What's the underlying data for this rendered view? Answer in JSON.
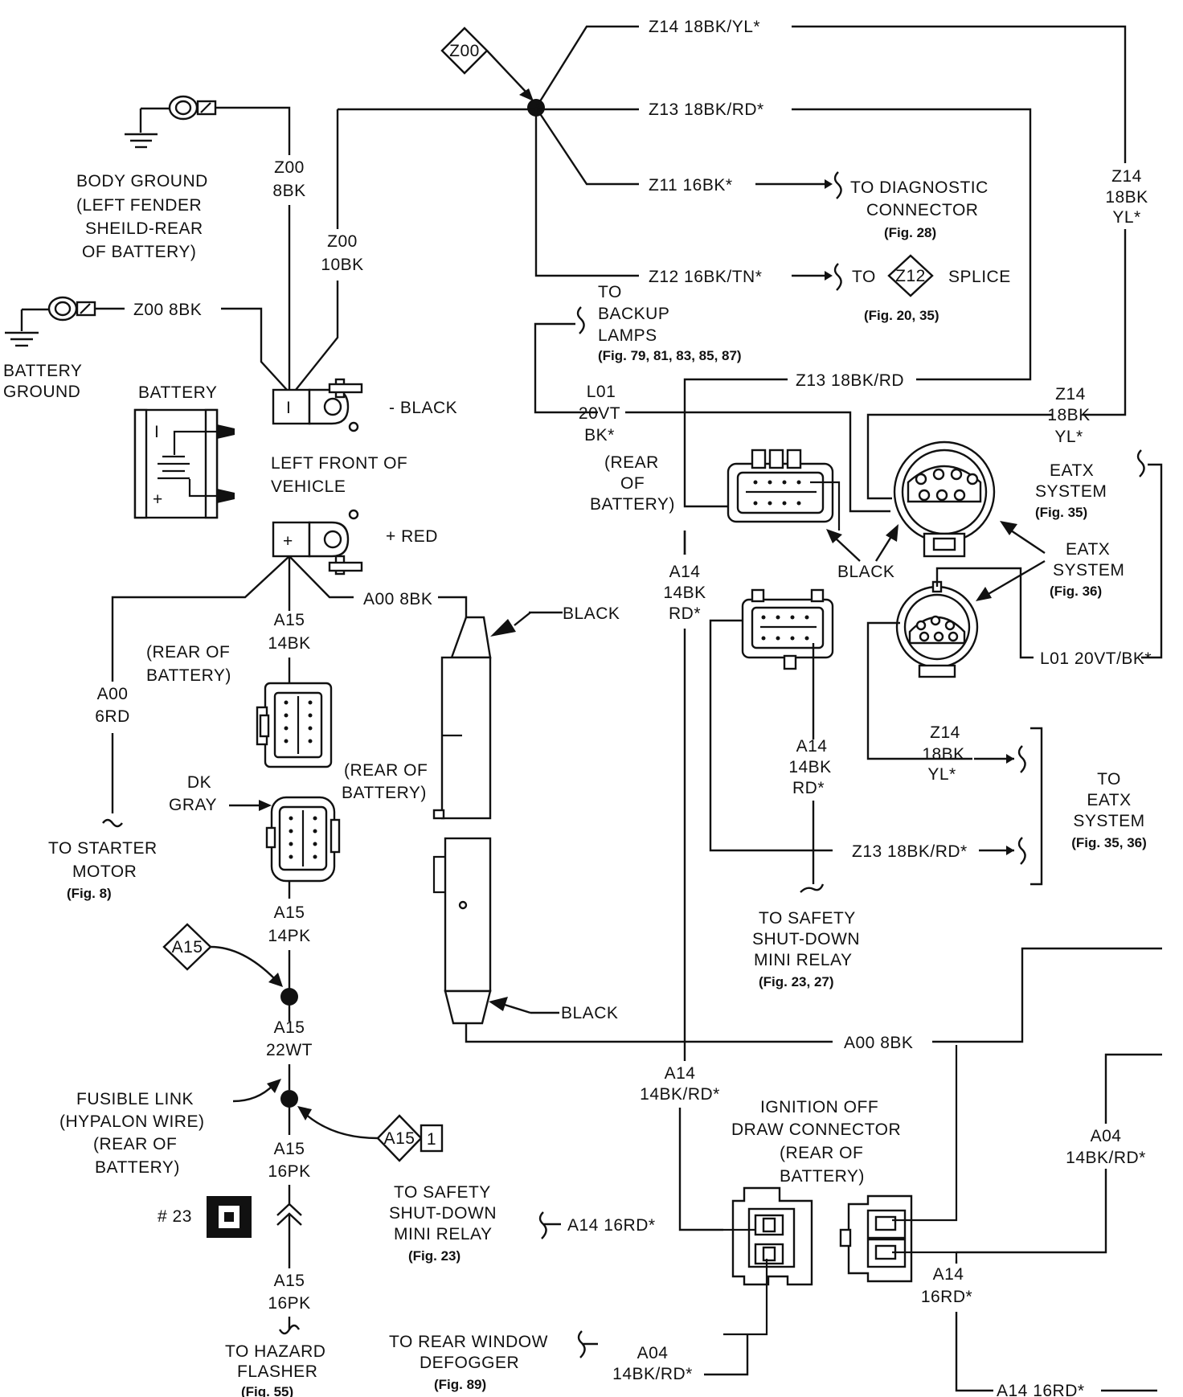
{
  "texts": {
    "z00_diamond_top": "Z00",
    "z14_top": "Z14 18BK/YL*",
    "z13_top": "Z13 18BK/RD*",
    "z11": "Z11 16BK*",
    "to_diag_1": "TO DIAGNOSTIC",
    "to_diag_2": "CONNECTOR",
    "to_diag_fig": "(Fig. 28)",
    "z12": "Z12 16BK/TN*",
    "to_splice_to": "TO",
    "z12_diamond": "Z12",
    "splice": "SPLICE",
    "splice_fig": "(Fig. 20, 35)",
    "z14_right_1": "Z14",
    "z14_right_2": "18BK",
    "z14_right_3": "YL*",
    "body_ground_1": "BODY GROUND",
    "body_ground_2": "(LEFT FENDER",
    "body_ground_3": "SHEILD-REAR",
    "body_ground_4": "OF BATTERY)",
    "z00_8bk_v1": "Z00",
    "z00_8bk_v2": "8BK",
    "z00_10bk_1": "Z00",
    "z00_10bk_2": "10BK",
    "z00_8bk_h": "Z00 8BK",
    "battery_ground_1": "BATTERY",
    "battery_ground_2": "GROUND",
    "battery": "BATTERY",
    "black_neg": "- BLACK",
    "left_front_1": "LEFT FRONT OF",
    "left_front_2": "VEHICLE",
    "red_pos": "+ RED",
    "to_backup_1": "TO",
    "to_backup_2": "BACKUP",
    "to_backup_3": "LAMPS",
    "to_backup_fig": "(Fig. 79, 81, 83, 85, 87)",
    "l01_1": "L01",
    "l01_2": "20VT",
    "l01_3": "BK*",
    "z13_mid": "Z13 18BK/RD",
    "z14_mid_1": "Z14",
    "z14_mid_2": "18BK",
    "z14_mid_3": "YL*",
    "rear_bat_a_1": "(REAR",
    "rear_bat_a_2": "OF",
    "rear_bat_a_3": "BATTERY)",
    "eatx_35_1": "EATX",
    "eatx_35_2": "SYSTEM",
    "eatx_35_fig": "(Fig. 35)",
    "black_conn": "BLACK",
    "eatx_36_1": "EATX",
    "eatx_36_2": "SYSTEM",
    "eatx_36_fig": "(Fig. 36)",
    "a14_top_1": "A14",
    "a14_top_2": "14BK",
    "a14_top_3": "RD*",
    "l01_right": "L01 20VT/BK*",
    "a00_8bk_top": "A00 8BK",
    "black_fuse_top": "BLACK",
    "a15_14bk_1": "A15",
    "a15_14bk_2": "14BK",
    "rear_bat_b_1": "(REAR OF",
    "rear_bat_b_2": "BATTERY)",
    "a00_6rd_1": "A00",
    "a00_6rd_2": "6RD",
    "dk_gray_1": "DK",
    "dk_gray_2": "GRAY",
    "rear_bat_c_1": "(REAR OF",
    "rear_bat_c_2": "BATTERY)",
    "a14_mid_1": "A14",
    "a14_mid_2": "14BK",
    "a14_mid_3": "RD*",
    "z14_low_1": "Z14",
    "z14_low_2": "18BK",
    "z14_low_3": "YL*",
    "to_eatx_1": "TO",
    "to_eatx_2": "EATX",
    "to_eatx_3": "SYSTEM",
    "to_eatx_fig": "(Fig. 35, 36)",
    "z13_low": "Z13 18BK/RD*",
    "to_starter_1": "TO STARTER",
    "to_starter_2": "MOTOR",
    "to_starter_fig": "(Fig. 8)",
    "a15_14pk_1": "A15",
    "a15_14pk_2": "14PK",
    "to_ssd_1": "TO SAFETY",
    "to_ssd_2": "SHUT-DOWN",
    "to_ssd_3": "MINI RELAY",
    "to_ssd_fig": "(Fig. 23, 27)",
    "a15_diamond": "A15",
    "black_fuse_bottom": "BLACK",
    "a15_22wt_1": "A15",
    "a15_22wt_2": "22WT",
    "a00_8bk_bottom": "A00 8BK",
    "a14_low_1": "A14",
    "a14_low_2": "14BK/RD*",
    "fusible_1": "FUSIBLE LINK",
    "fusible_2": "(HYPALON WIRE)",
    "fusible_3": "(REAR OF",
    "fusible_4": "BATTERY)",
    "a15_diamond_1": "A15",
    "a15_box_1": "1",
    "ign_1": "IGNITION OFF",
    "ign_2": "DRAW CONNECTOR",
    "ign_3": "(REAR OF",
    "ign_4": "BATTERY)",
    "a04_right_1": "A04",
    "a04_right_2": "14BK/RD*",
    "a15_16pk_a_1": "A15",
    "a15_16pk_a_2": "16PK",
    "to_ssd2_1": "TO SAFETY",
    "to_ssd2_2": "SHUT-DOWN",
    "to_ssd2_3": "MINI RELAY",
    "to_ssd2_fig": "(Fig. 23)",
    "a14_16rd_left": "A14 16RD*",
    "num23": "# 23",
    "a15_16pk_b_1": "A15",
    "a15_16pk_b_2": "16PK",
    "a14_16rd_v_1": "A14",
    "a14_16rd_v_2": "16RD*",
    "to_hazard_1": "TO HAZARD",
    "to_hazard_2": "FLASHER",
    "to_hazard_fig": "(Fig. 55)",
    "to_rear_1": "TO REAR WINDOW",
    "to_rear_2": "DEFOGGER",
    "to_rear_fig": "(Fig. 89)",
    "a04_bottom_1": "A04",
    "a04_bottom_2": "14BK/RD*",
    "a14_16rd_bottom": "A14 16RD*"
  }
}
